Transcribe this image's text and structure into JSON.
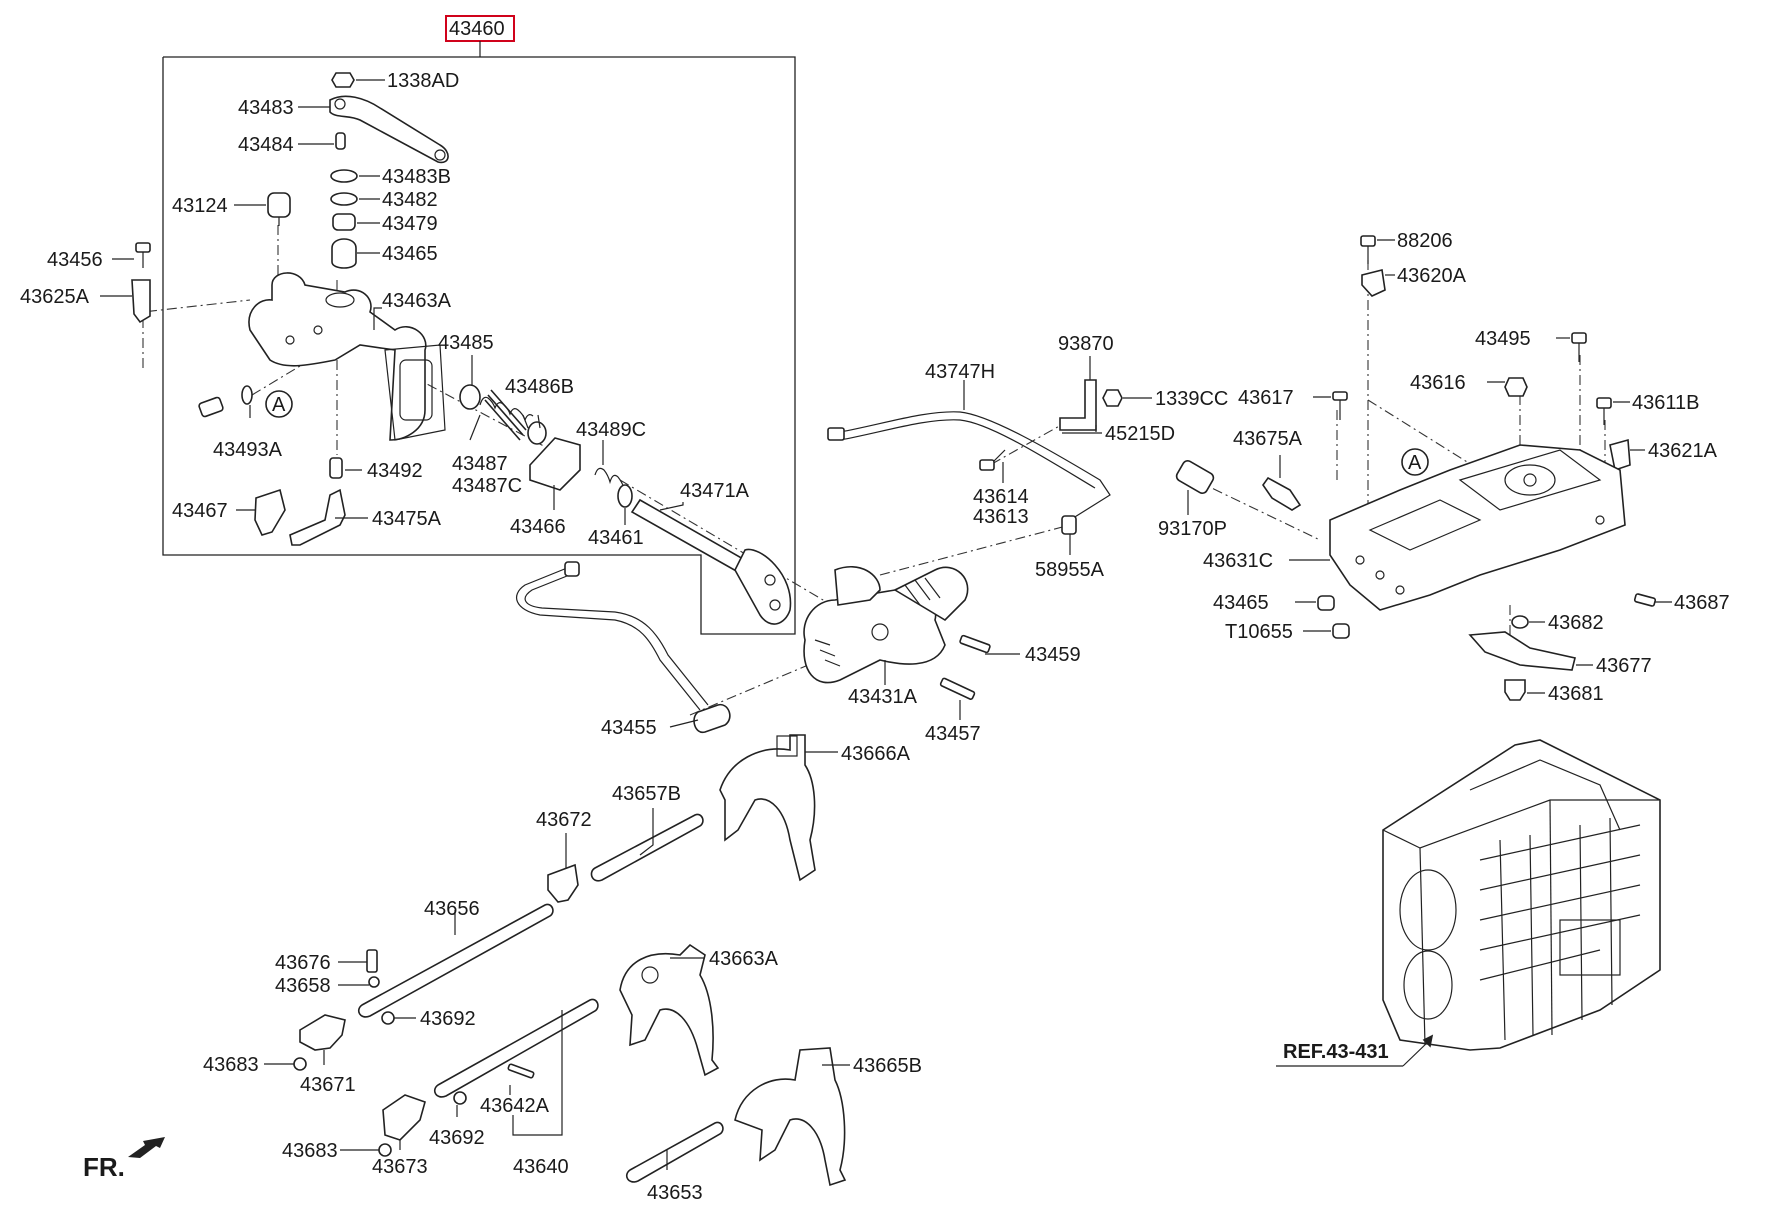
{
  "diagram": {
    "assembly_number": "43460",
    "highlight_color": "#d0021b",
    "ref_label": "REF.43-431",
    "direction_label": "FR.",
    "circle_marker": "A",
    "labels": {
      "l1338AD": "1338AD",
      "l43483": "43483",
      "l43484": "43484",
      "l43483B": "43483B",
      "l43482": "43482",
      "l43124": "43124",
      "l43479": "43479",
      "l43465a": "43465",
      "l43456": "43456",
      "l43625A": "43625A",
      "l43463A": "43463A",
      "l43485": "43485",
      "l43486B": "43486B",
      "l43493A": "43493A",
      "l43487": "43487",
      "l43487C": "43487C",
      "l43489C": "43489C",
      "l43492": "43492",
      "l43471A": "43471A",
      "l43467": "43467",
      "l43475A": "43475A",
      "l43466": "43466",
      "l43461": "43461",
      "l43747H": "43747H",
      "l93870": "93870",
      "l1339CC": "1339CC",
      "l45215D": "45215D",
      "l43614": "43614",
      "l43613": "43613",
      "l58955A": "58955A",
      "l43459": "43459",
      "l43431A": "43431A",
      "l43457": "43457",
      "l43455": "43455",
      "l43666A": "43666A",
      "l43657B": "43657B",
      "l43672": "43672",
      "l43656": "43656",
      "l43676": "43676",
      "l43658": "43658",
      "l43692a": "43692",
      "l43683a": "43683",
      "l43671": "43671",
      "l43663A": "43663A",
      "l43665B": "43665B",
      "l43642A": "43642A",
      "l43692b": "43692",
      "l43683b": "43683",
      "l43673": "43673",
      "l43640": "43640",
      "l43653": "43653",
      "l88206": "88206",
      "l43620A": "43620A",
      "l43495": "43495",
      "l43617": "43617",
      "l43616": "43616",
      "l43611B": "43611B",
      "l43675A": "43675A",
      "l43621A": "43621A",
      "l93170P": "93170P",
      "l43631C": "43631C",
      "l43465b": "43465",
      "l43687": "43687",
      "l43682": "43682",
      "lT10655": "T10655",
      "l43677": "43677",
      "l43681": "43681"
    }
  }
}
